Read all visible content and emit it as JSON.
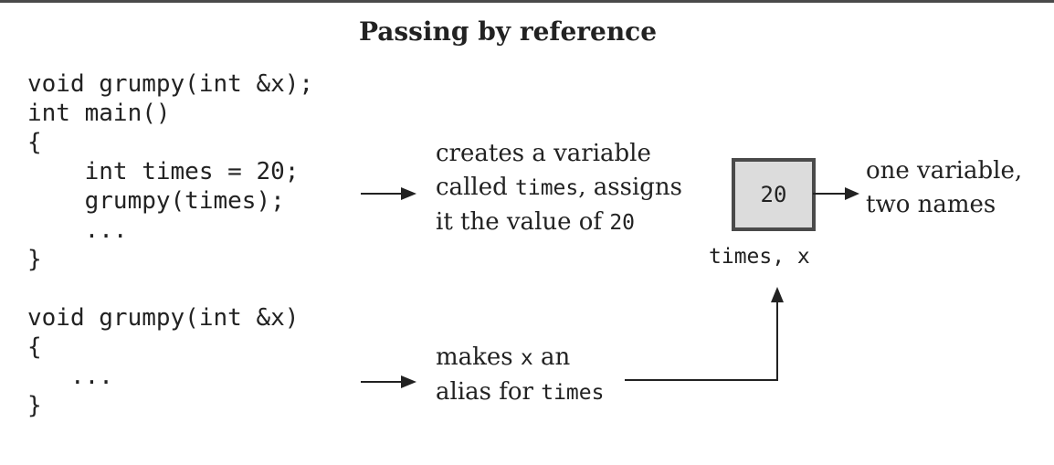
{
  "title": "Passing by reference",
  "code_main": "void grumpy(int &x);\nint main()\n{\n    int times = 20;\n    grumpy(times);\n    ...\n}",
  "code_func": "void grumpy(int &x)\n{\n   ...\n}",
  "note_times": {
    "line1": "creates a variable",
    "line2_pre": "called ",
    "line2_code": "times",
    "line2_post": ", assigns",
    "line3_pre": "it the value of ",
    "line3_code": "20"
  },
  "note_alias": {
    "line1_pre": "makes ",
    "line1_code": "x",
    "line1_post": " an",
    "line2_pre": "alias for ",
    "line2_code": "times"
  },
  "box_value": "20",
  "box_label": "times, x",
  "note_one_var": {
    "line1": "one variable,",
    "line2": "two names"
  }
}
